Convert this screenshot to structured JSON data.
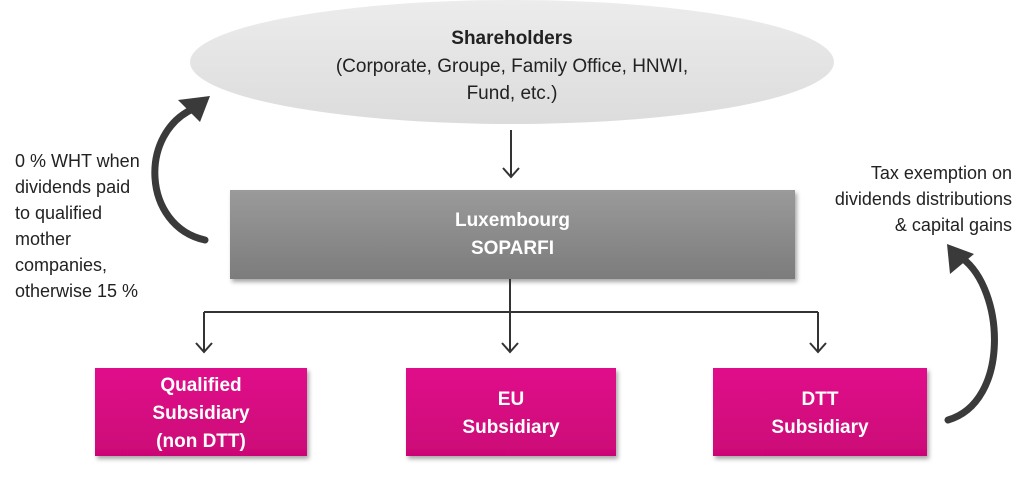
{
  "shareholders": {
    "title": "Shareholders",
    "detail_lines": [
      "(Corporate, Groupe, Family Office, HNWI,",
      "Fund, etc.)"
    ]
  },
  "holding": {
    "lines": [
      "Luxembourg",
      "SOPARFI"
    ]
  },
  "subsidiaries": [
    {
      "lines": [
        "Qualified",
        "Subsidiary",
        "(non DTT)"
      ]
    },
    {
      "lines": [
        "EU",
        "Subsidiary"
      ]
    },
    {
      "lines": [
        "DTT",
        "Subsidiary"
      ]
    }
  ],
  "notes": {
    "left": [
      "0 % WHT when",
      "dividends paid",
      "to qualified",
      "mother",
      "companies,",
      "otherwise 15 %"
    ],
    "right": [
      "Tax exemption on",
      "dividends distributions",
      "& capital gains"
    ]
  },
  "colors": {
    "ellipse": "#e3e3e3",
    "holding_box": "#8a8a8a",
    "subsidiary_box": "#d9087f",
    "arrow": "#333333"
  }
}
